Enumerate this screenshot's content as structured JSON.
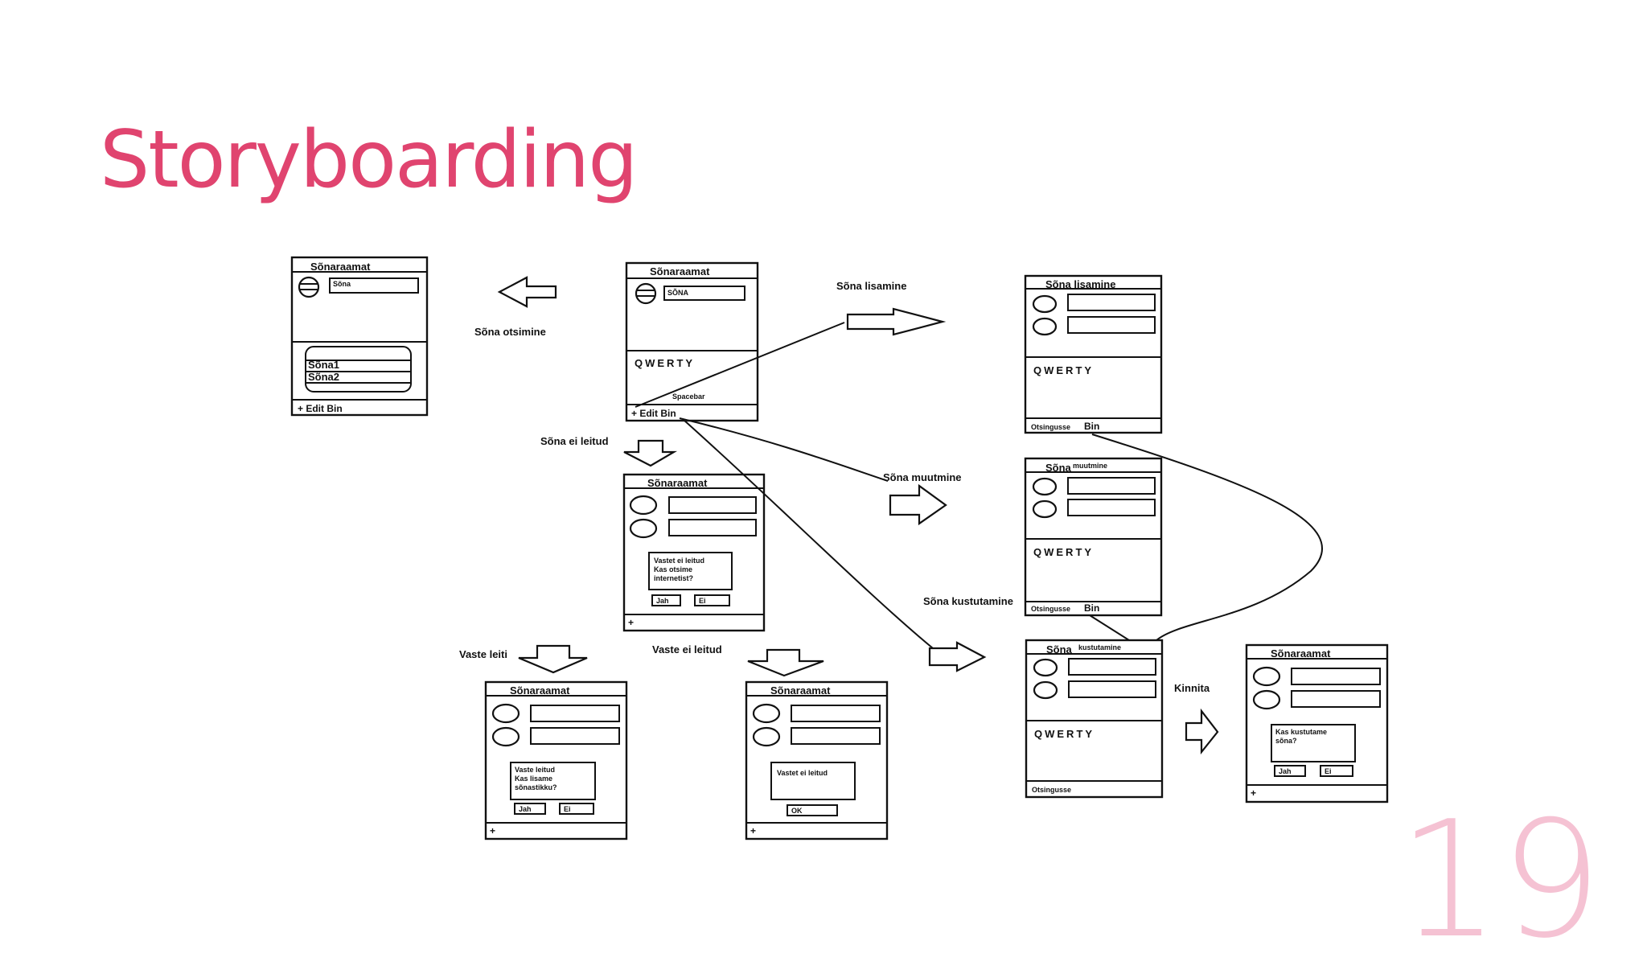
{
  "slide": {
    "title": "Storyboarding",
    "page_number": "19"
  },
  "labels": {
    "sona_otsimine": "Sõna otsimine",
    "sona_lisamine": "Sõna lisamine",
    "sona_ei_leitud": "Sõna ei leitud",
    "sona_muutmine": "Sõna muutmine",
    "sona_kustutamine": "Sõna kustutamine",
    "vaste_leiti": "Vaste leiti",
    "vaste_ei_leitud": "Vaste ei leitud",
    "kinnita": "Kinnita"
  },
  "screens": {
    "search_result": {
      "title": "Sõnaraamat",
      "input": "Sõna",
      "items": [
        "Sõna1",
        "Sõna2"
      ],
      "footer": "+  Edit   Bin"
    },
    "main": {
      "title": "Sõnaraamat",
      "input": "SÕNA",
      "keyboard": "QWERTY",
      "space": "Spacebar",
      "footer": "+  Edit   Bin"
    },
    "add_word": {
      "title": "Sõna lisamine",
      "keyboard": "QWERTY",
      "footer_search": "Otsingusse",
      "footer_bin": "Bin"
    },
    "edit_word": {
      "title_word": "Sõna",
      "title_sub": "muutmine",
      "keyboard": "QWERTY",
      "footer_search": "Otsingusse",
      "footer_bin": "Bin"
    },
    "delete_word": {
      "title_word": "Sõna",
      "title_sub": "kustutamine",
      "keyboard": "QWERTY",
      "footer_search": "Otsingusse"
    },
    "not_found": {
      "title": "Sõnaraamat",
      "message": [
        "Vastet ei leitud",
        "Kas otsime",
        "internetist?"
      ],
      "yes": "Jah",
      "no": "Ei",
      "footer": "+"
    },
    "found_add": {
      "title": "Sõnaraamat",
      "message": [
        "Vaste leitud",
        "Kas lisame",
        "sõnastikku?"
      ],
      "yes": "Jah",
      "no": "Ei",
      "footer": "+"
    },
    "not_found_ok": {
      "title": "Sõnaraamat",
      "message": [
        "Vastet ei leitud"
      ],
      "ok": "OK",
      "footer": "+"
    },
    "confirm_delete": {
      "title": "Sõnaraamat",
      "message": [
        "Kas kustutame",
        "sõna?"
      ],
      "yes": "Jah",
      "no": "Ei",
      "footer": "+"
    }
  }
}
